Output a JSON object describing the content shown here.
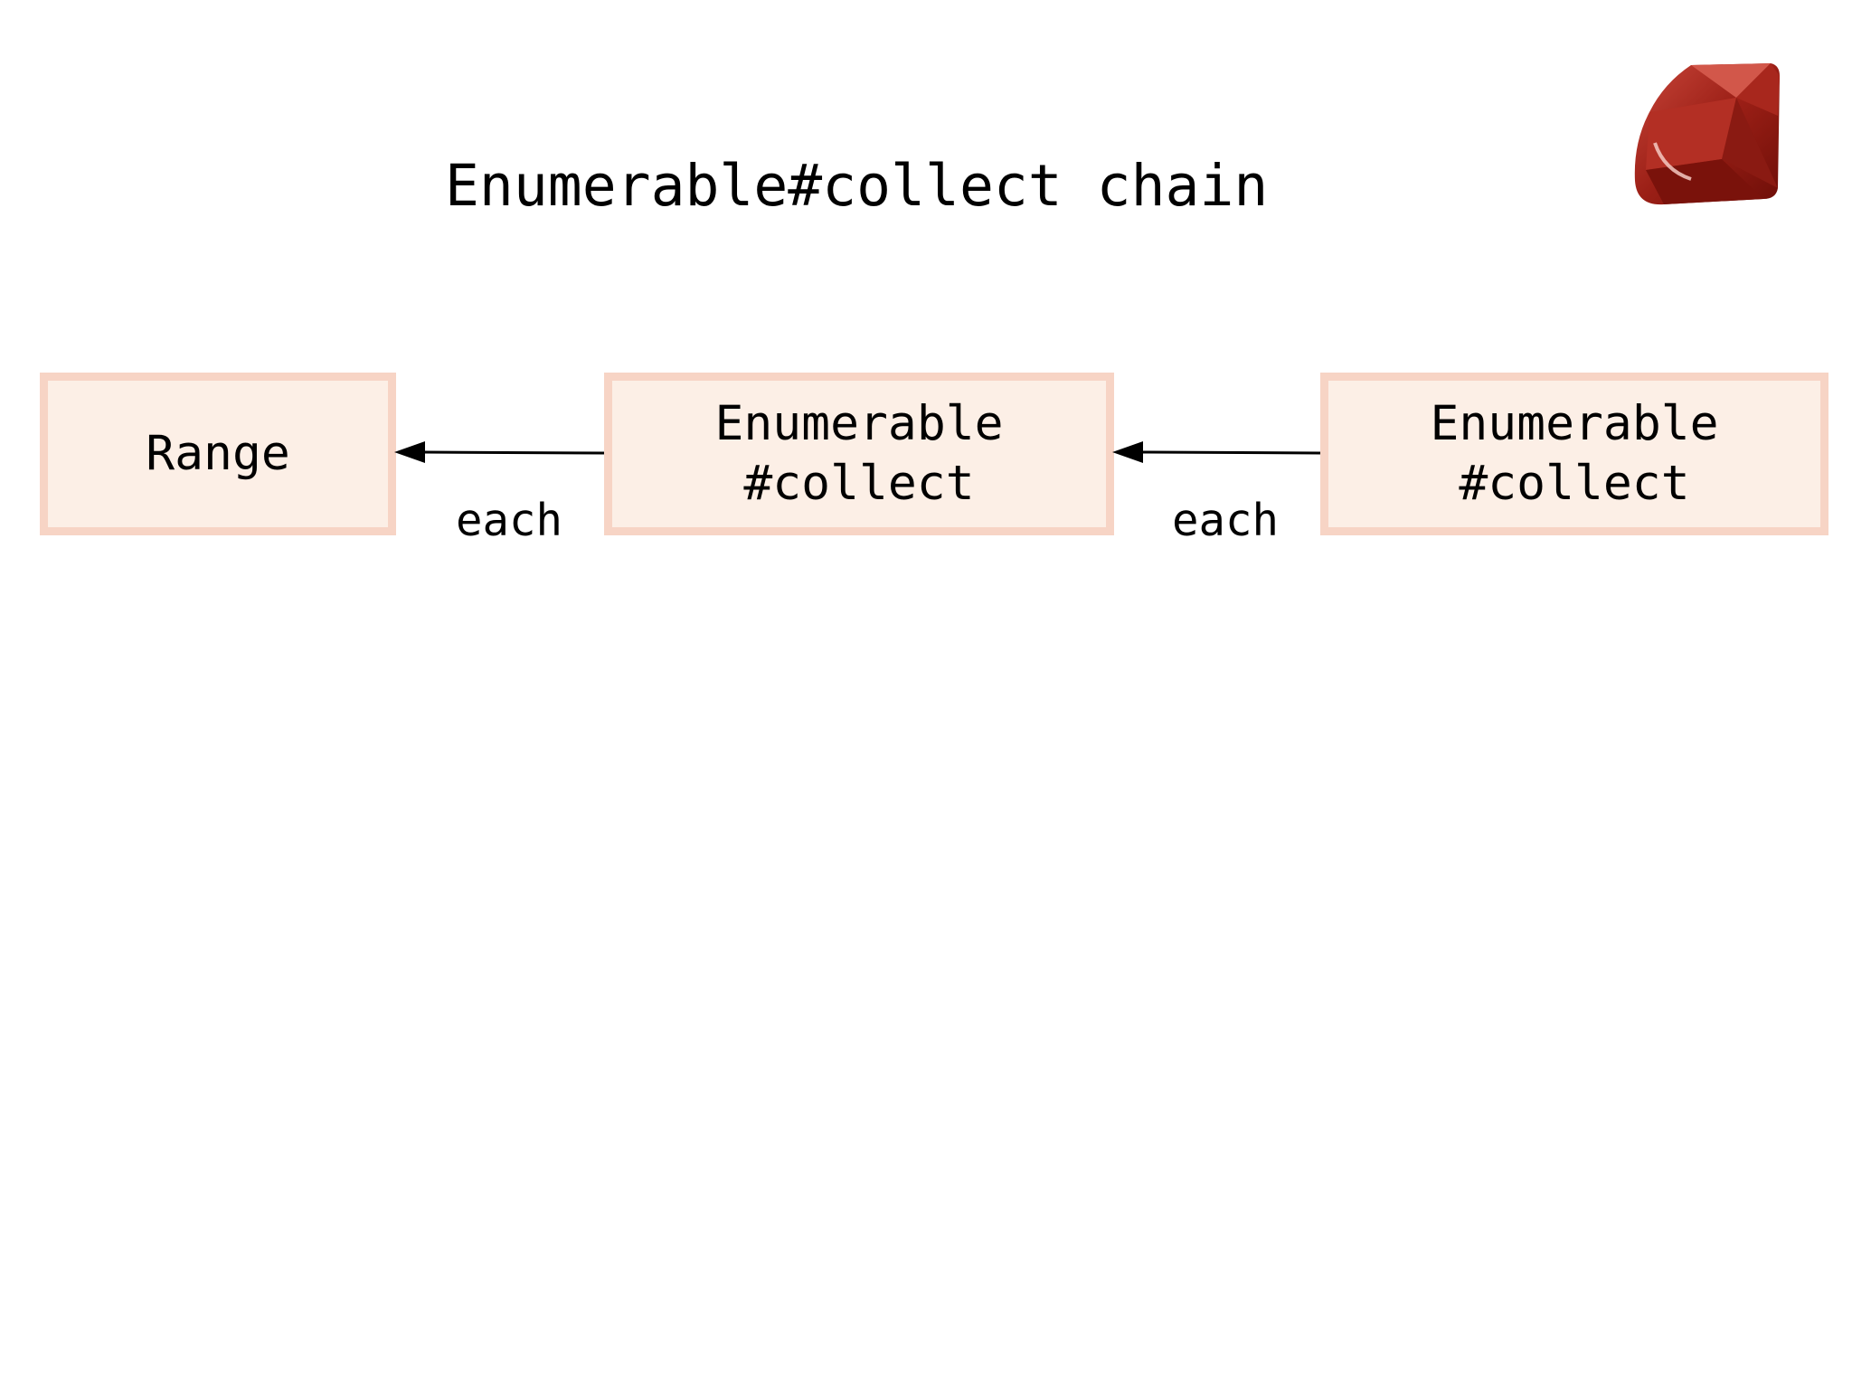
{
  "slide": {
    "title": "Enumerable#collect chain"
  },
  "diagram": {
    "nodes": [
      {
        "id": "range",
        "lines": [
          "Range"
        ]
      },
      {
        "id": "collect-1",
        "lines": [
          "Enumerable",
          "#collect"
        ]
      },
      {
        "id": "collect-2",
        "lines": [
          "Enumerable",
          "#collect"
        ]
      }
    ],
    "edges": [
      {
        "from": "collect-1",
        "to": "range",
        "label": "each"
      },
      {
        "from": "collect-2",
        "to": "collect-1",
        "label": "each"
      }
    ]
  },
  "colors": {
    "node_fill": "#fcefe6",
    "node_border": "#f7d4c5",
    "arrow": "#000000",
    "logo_ruby": "#9b1f16"
  },
  "logo": {
    "icon": "ruby-gem-icon"
  }
}
